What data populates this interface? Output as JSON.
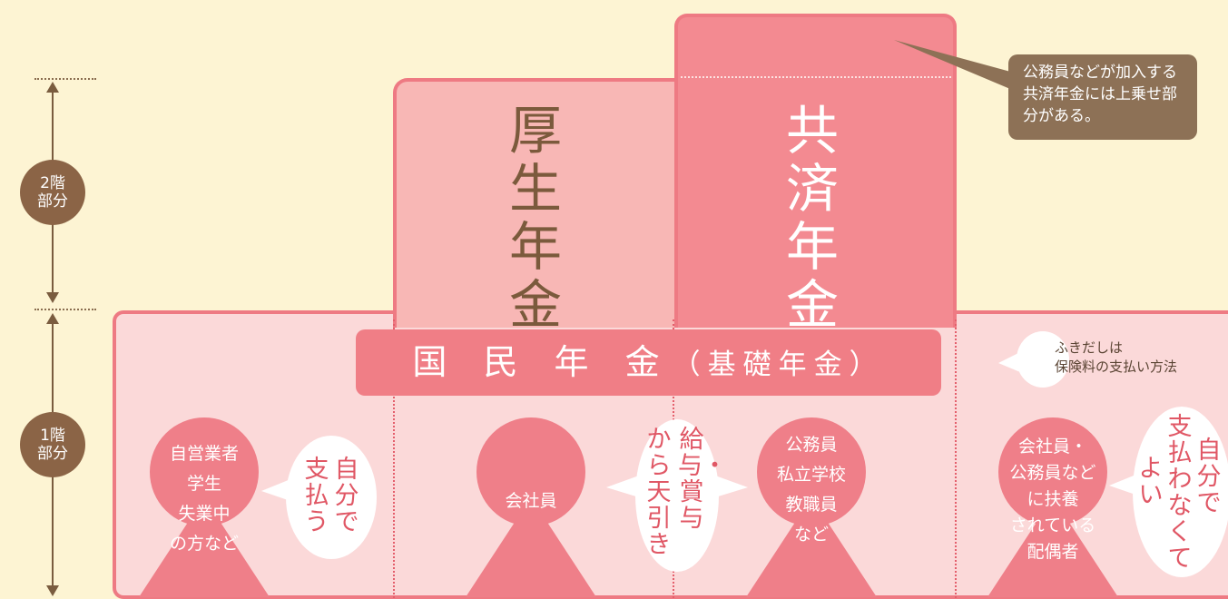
{
  "levels": {
    "level2": {
      "line1": "2階",
      "line2": "部分"
    },
    "level1": {
      "line1": "1階",
      "line2": "部分"
    }
  },
  "towers": {
    "kosei": "厚生年金",
    "kyosai": "共済年金"
  },
  "callout": "公務員などが加入する共済年金には上乗せ部分がある。",
  "base": {
    "main": "国 民 年 金",
    "sub": "（基礎年金）"
  },
  "legend": {
    "line1": "ふきだしは",
    "line2": "保険料の支払い方法"
  },
  "people": {
    "self_employed": {
      "line1": "自営業者",
      "line2": "学生",
      "line3": "失業中",
      "line4": "の方など"
    },
    "company": {
      "line1": "会社員"
    },
    "public": {
      "line1": "公務員",
      "line2": "私立学校",
      "line3": "教職員",
      "line4": "など"
    },
    "spouse": {
      "line1": "会社員・",
      "line2": "公務員など",
      "line3": "に扶養",
      "line4": "されている",
      "line5": "配偶者"
    }
  },
  "bubbles": {
    "self_col1": "自分で",
    "self_col2": "支払う",
    "salary_col1": "給与・賞与",
    "salary_col2": "から天引き",
    "spouse_col1": "自分で",
    "spouse_col2": "支払わなくて",
    "spouse_col3": "よい"
  },
  "colors": {
    "background": "#fdf4d3",
    "pink_light": "#f8b7b5",
    "pink": "#f07e86",
    "brown": "#8b6446"
  }
}
